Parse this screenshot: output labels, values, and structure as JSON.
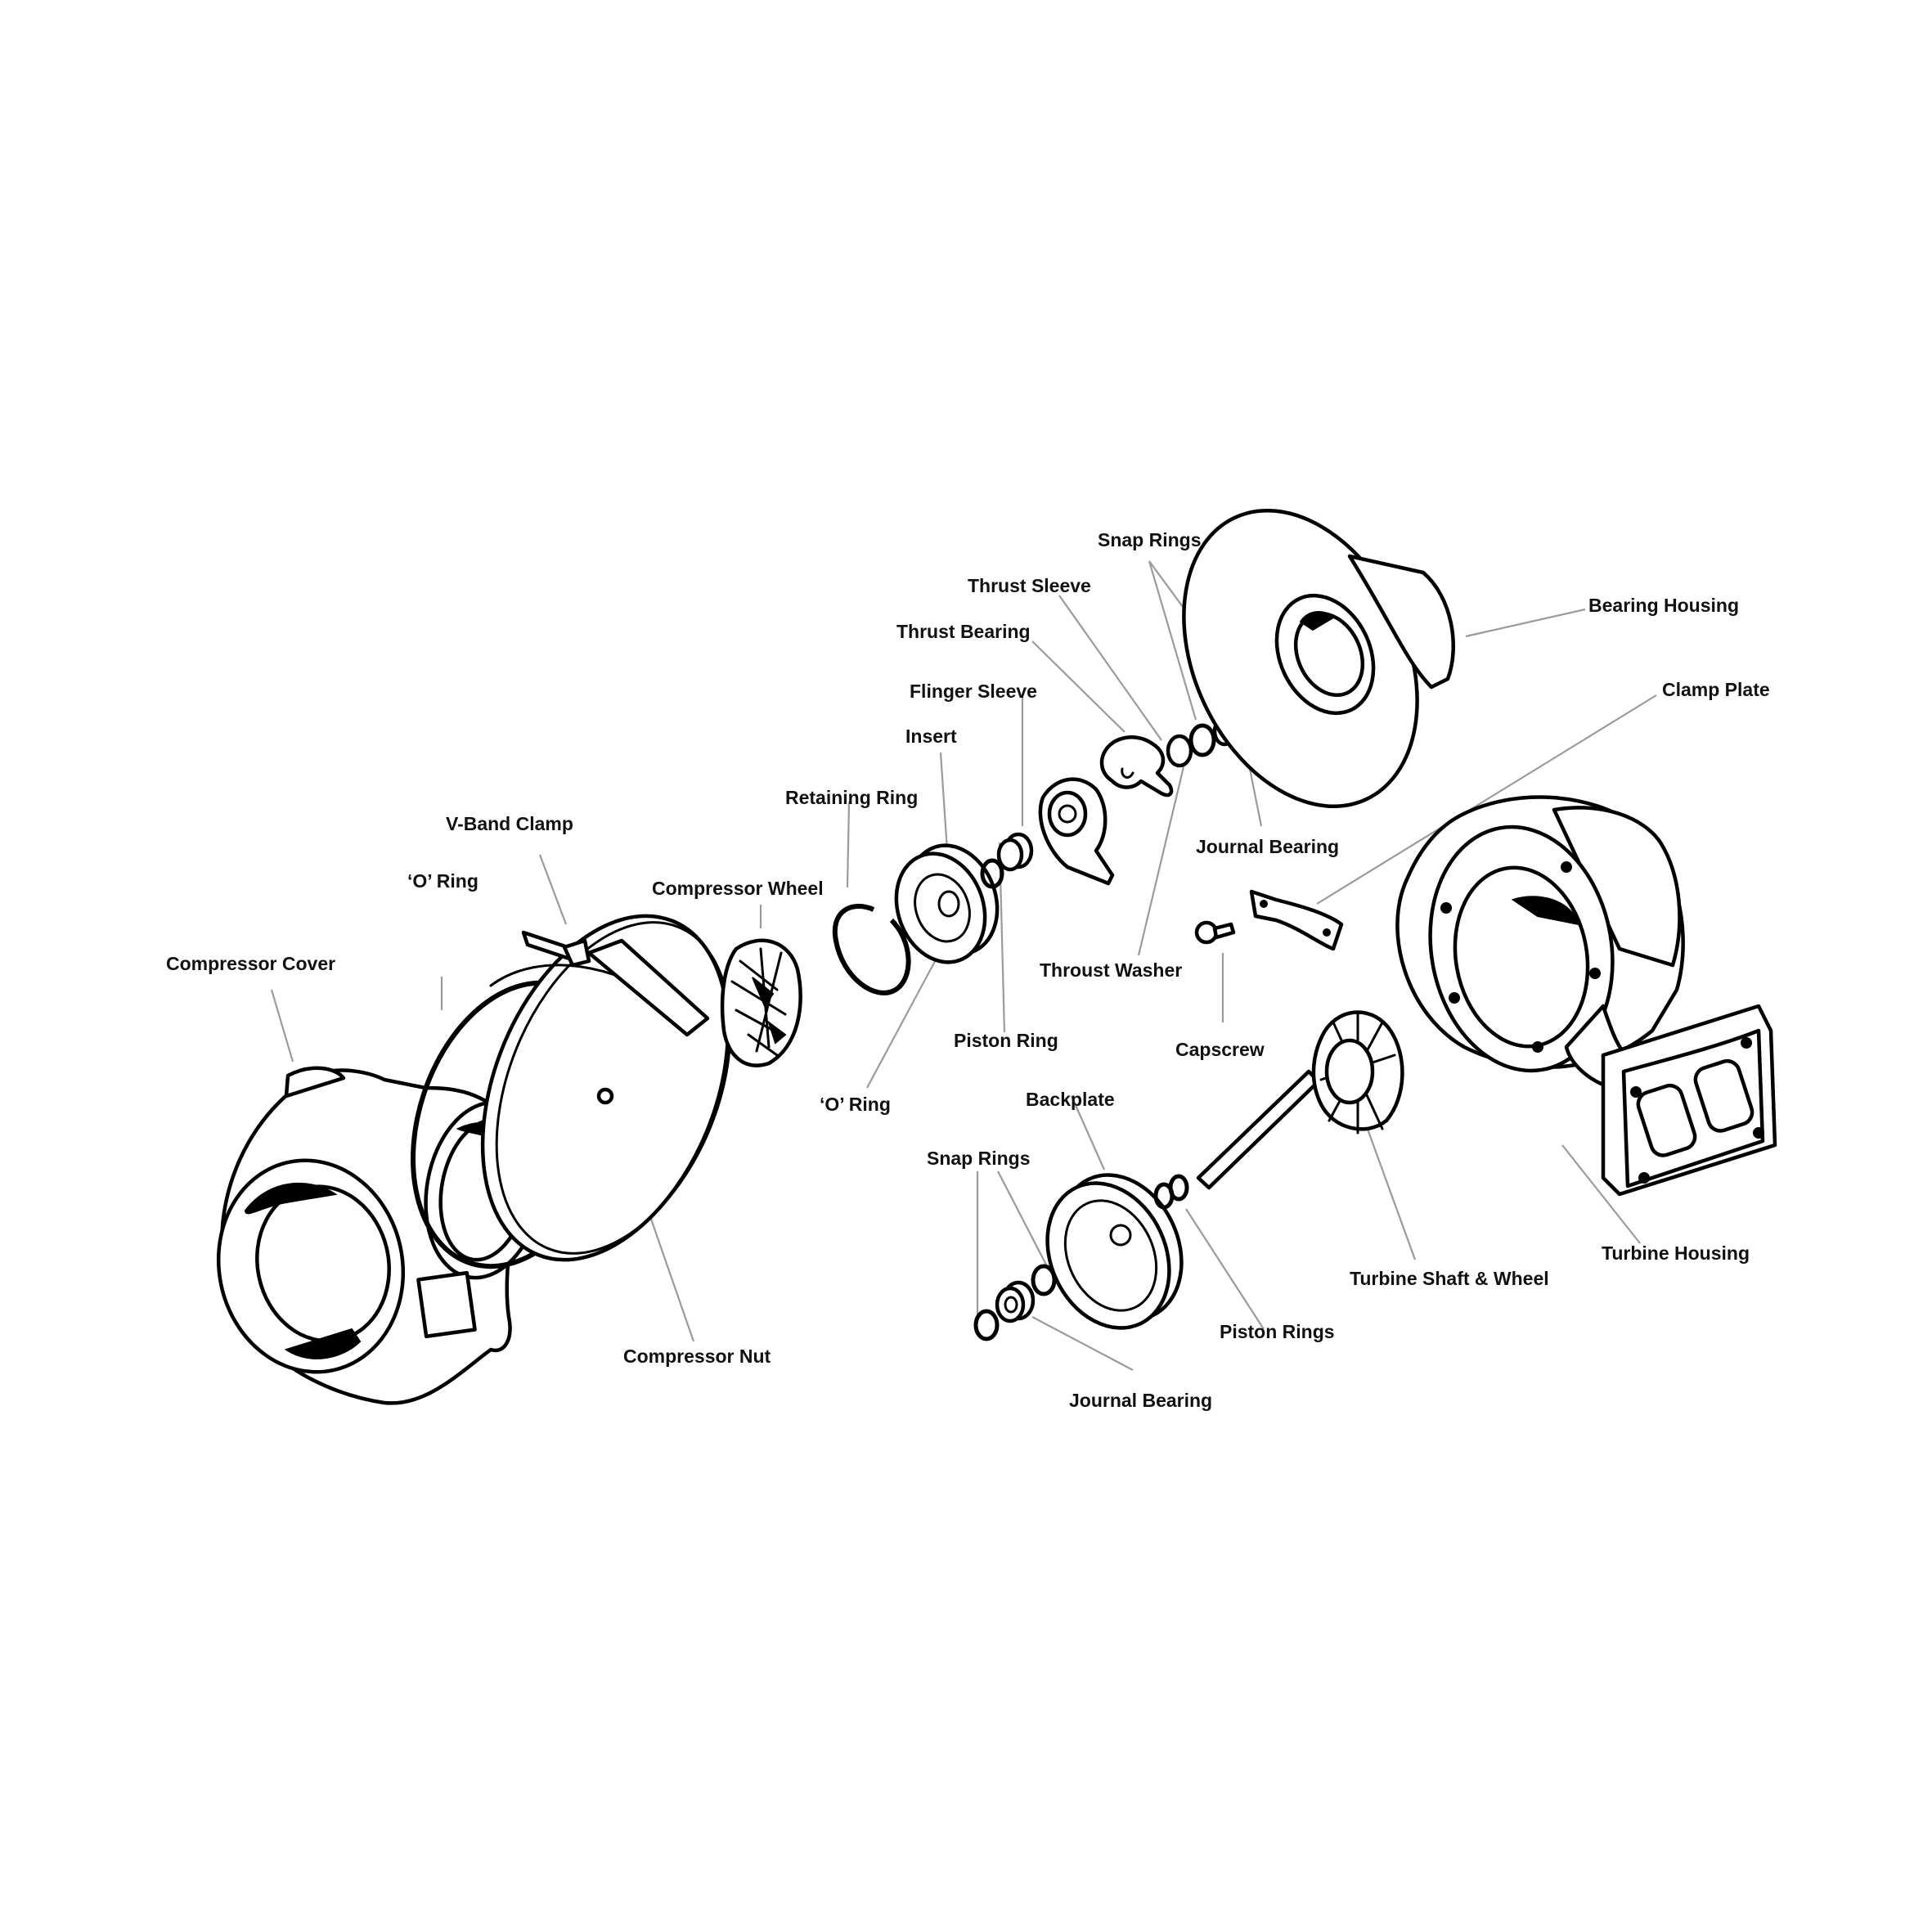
{
  "labels": {
    "compressor_cover": "Compressor Cover",
    "o_ring_left": "‘O’ Ring",
    "v_band_clamp": "V-Band Clamp",
    "compressor_wheel": "Compressor Wheel",
    "retaining_ring": "Retaining Ring",
    "insert": "Insert",
    "flinger_sleeve": "Flinger Sleeve",
    "thrust_bearing": "Thrust Bearing",
    "thrust_sleeve": "Thrust Sleeve",
    "snap_rings_top": "Snap Rings",
    "bearing_housing": "Bearing Housing",
    "clamp_plate": "Clamp Plate",
    "journal_bearing_top": "Journal Bearing",
    "throust_washer": "Throust Washer",
    "capscrew": "Capscrew",
    "piston_ring": "Piston Ring",
    "o_ring_mid": "‘O’ Ring",
    "compressor_nut": "Compressor Nut",
    "backplate": "Backplate",
    "snap_rings_bottom": "Snap Rings",
    "piston_rings": "Piston Rings",
    "journal_bearing_bottom": "Journal Bearing",
    "turbine_shaft_wheel": "Turbine Shaft & Wheel",
    "turbine_housing": "Turbine Housing"
  }
}
